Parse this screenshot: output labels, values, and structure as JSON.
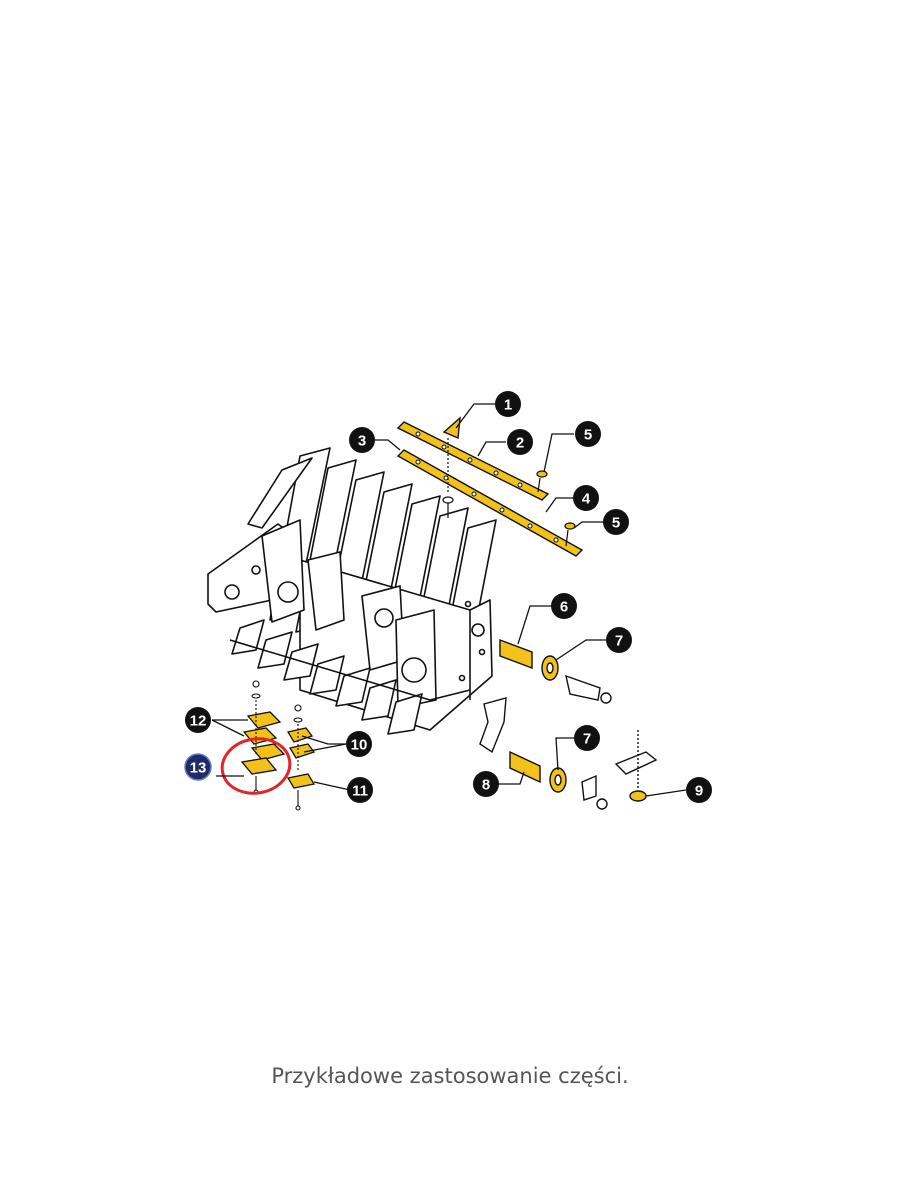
{
  "caption": "Przykładowe zastosowanie części.",
  "colors": {
    "part_highlight": "#F2C21B",
    "outline": "#111111",
    "callout_fill": "#111111",
    "callout_text": "#ffffff",
    "selected_callout_fill": "#1f2a66",
    "selection_ring": "#e0262b"
  },
  "callouts": [
    {
      "id": "1",
      "label": "1"
    },
    {
      "id": "2",
      "label": "2"
    },
    {
      "id": "3",
      "label": "3"
    },
    {
      "id": "4",
      "label": "4"
    },
    {
      "id": "5a",
      "label": "5"
    },
    {
      "id": "5b",
      "label": "5"
    },
    {
      "id": "6",
      "label": "6"
    },
    {
      "id": "7a",
      "label": "7"
    },
    {
      "id": "7b",
      "label": "7"
    },
    {
      "id": "8",
      "label": "8"
    },
    {
      "id": "9",
      "label": "9"
    },
    {
      "id": "10",
      "label": "10"
    },
    {
      "id": "11",
      "label": "11"
    },
    {
      "id": "12",
      "label": "12"
    },
    {
      "id": "13",
      "label": "13",
      "selected": true
    }
  ]
}
